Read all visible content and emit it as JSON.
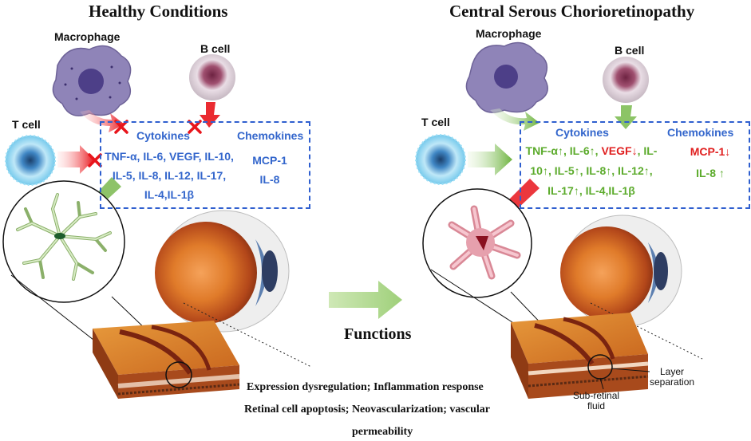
{
  "left": {
    "title": "Healthy Conditions",
    "macrophage": "Macrophage",
    "bcell": "B cell",
    "tcell": "T cell",
    "cytokines_header": "Cytokines",
    "chemokines_header": "Chemokines",
    "cytokine_lines": [
      "TNF-α, IL-6, VEGF, IL-10,",
      "IL-5, IL-8, IL-12, IL-17,",
      "IL-4,IL-1β"
    ],
    "chemokine_lines": [
      "MCP-1",
      "IL-8"
    ]
  },
  "right": {
    "title": "Central Serous Chorioretinopathy",
    "macrophage": "Macrophage",
    "bcell": "B cell",
    "tcell": "T cell",
    "cytokines_header": "Cytokines",
    "chemokines_header": "Chemokines",
    "line1": {
      "a": "TNF-α",
      "b": ", IL-6",
      "c": ", ",
      "d": "VEGF",
      "e": ", IL-"
    },
    "line2": {
      "a": "10",
      "b": ", IL-5",
      "c": ", IL-8",
      "d": ", IL-12",
      "e": ","
    },
    "line3": {
      "a": "IL-17",
      "b": ", IL-4,IL-1β"
    },
    "chem1": "MCP-1",
    "chem2": "IL-8",
    "layer_separation": [
      "Layer",
      "separation"
    ],
    "subretinal_fluid": [
      "Sub-retinal",
      "fluid"
    ]
  },
  "functions": {
    "heading": "Functions",
    "line1": "Expression dysregulation; Inflammation response",
    "line2": "Retinal cell apoptosis; Neovascularization; vascular",
    "line3": "permeability"
  },
  "colors": {
    "blue_text": "#3366cc",
    "increase": "#5cab2c",
    "decrease": "#e02020",
    "box_border": "#2f5fcf"
  }
}
